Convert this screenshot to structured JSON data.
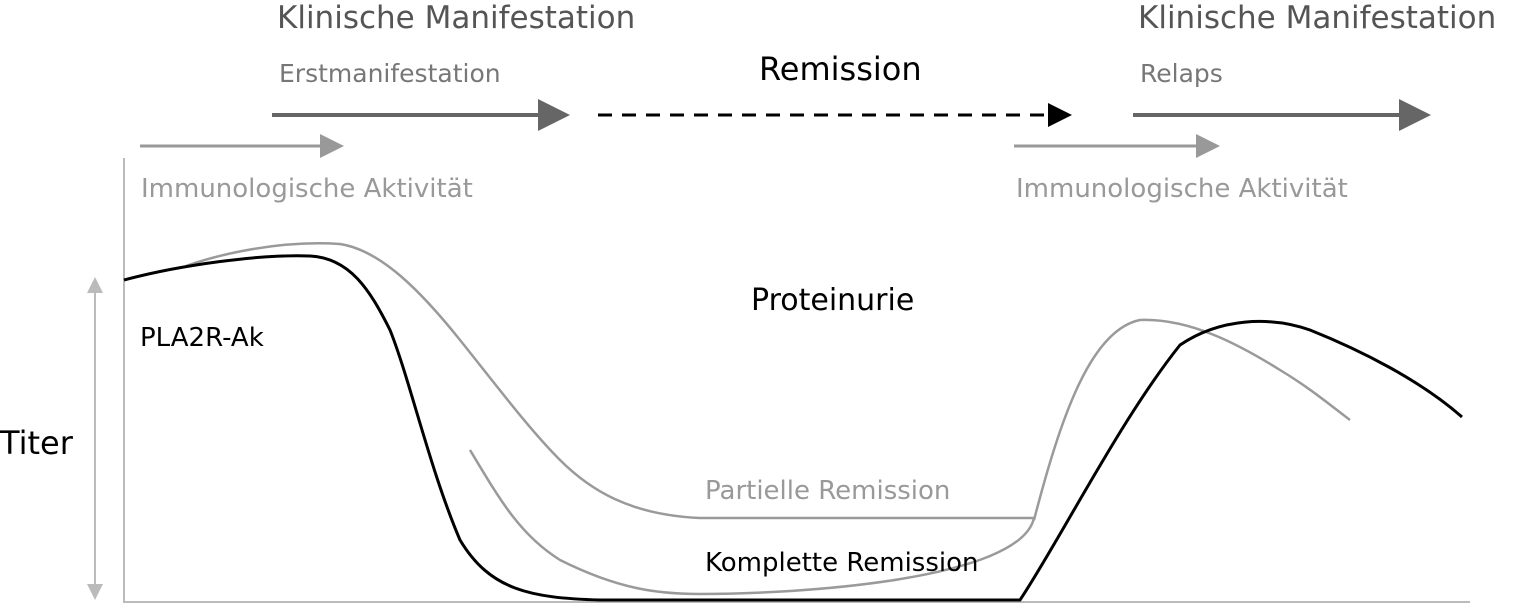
{
  "phases": {
    "first_manifestation": {
      "heading": "Klinische Manifestation",
      "subheading": "Erstmanifestation"
    },
    "remission": {
      "heading": "Remission"
    },
    "relapse_manifestation": {
      "heading": "Klinische Manifestation",
      "subheading": "Relaps"
    }
  },
  "immunological_activity": {
    "first": "Immunologische Aktivität",
    "relapse": "Immunologische Aktivität"
  },
  "curves": {
    "antibody": {
      "label": "PLA2R-Ak",
      "color": "#000000"
    },
    "proteinuria": {
      "label": "Proteinurie",
      "color": "#9a9a9a"
    }
  },
  "outcomes": {
    "partial": "Partielle Remission",
    "complete": "Komplette Remission"
  },
  "axis": {
    "y_label": "Titer"
  },
  "colors": {
    "primary_text": "#000000",
    "phase_arrow": "#666666",
    "activity_gray": "#999999",
    "axis_gray": "#bbbbbb"
  }
}
